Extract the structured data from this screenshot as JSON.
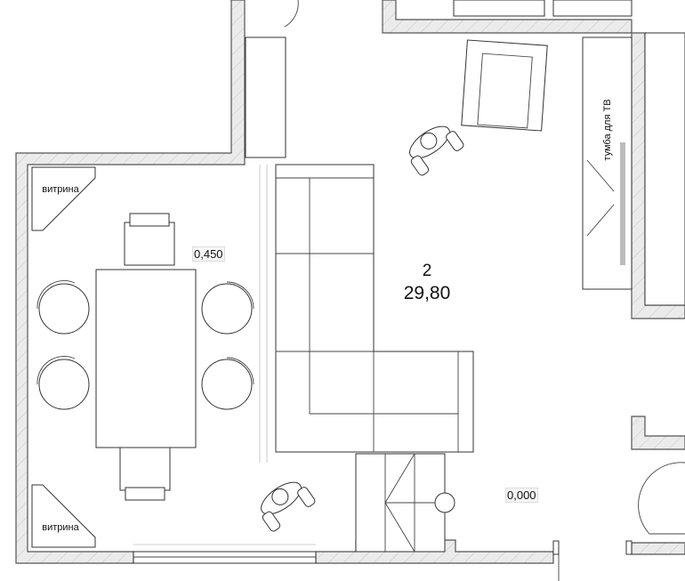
{
  "room": {
    "number": "2",
    "area": "29,80"
  },
  "levels": {
    "dining": "0,450",
    "living": "0,000"
  },
  "furniture_labels": {
    "showcase_top": "витрина",
    "showcase_bottom": "витрина",
    "tv_stand": "тумба для ТВ"
  },
  "colors": {
    "wall_fill": "#ebebeb",
    "line": "#333333"
  }
}
